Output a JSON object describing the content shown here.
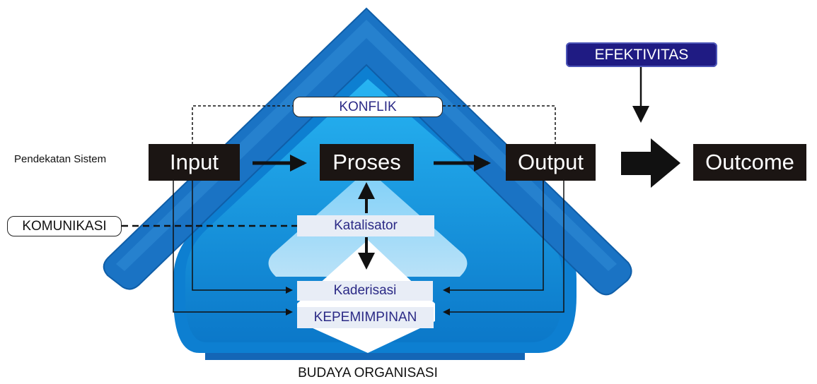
{
  "diagram": {
    "approach_label": "Pendekatan Sistem",
    "stages": {
      "input": "Input",
      "process": "Proses",
      "output": "Output",
      "outcome": "Outcome"
    },
    "conflict_label": "KONFLIK",
    "effectiveness_label": "EFEKTIVITAS",
    "communication_label": "KOMUNIKASI",
    "catalyst_label": "Katalisator",
    "cadre_label": "Kaderisasi",
    "leadership_label": "KEPEMIMPINAN",
    "culture_label": "BUDAYA ORGANISASI",
    "colors": {
      "house_blue": "#0d7fd1",
      "house_light": "#1aa6ee",
      "roof_blue": "#1a73c4",
      "stage_fill": "#1b1513",
      "effectiveness_fill": "#1f1b83",
      "text_navy": "#2b2a86"
    }
  }
}
